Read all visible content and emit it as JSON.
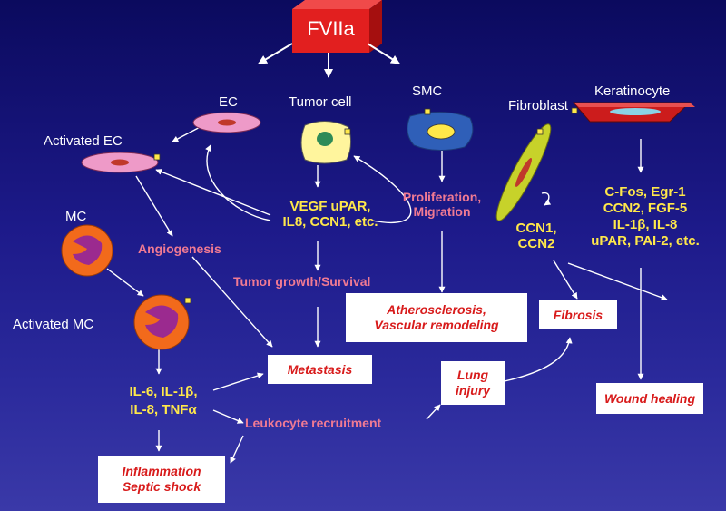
{
  "source": "FVIIa",
  "cells": {
    "ec": "EC",
    "tumor_cell": "Tumor cell",
    "smc": "SMC",
    "fibroblast": "Fibroblast",
    "keratinocyte": "Keratinocyte",
    "activated_ec": "Activated EC",
    "mc": "MC",
    "activated_mc": "Activated MC"
  },
  "mediators": {
    "tumor_line1": "VEGF  uPAR,",
    "tumor_line2": "IL8, CCN1, etc.",
    "fibro_line1": "CCN1,",
    "fibro_line2": "CCN2",
    "kera_line1": "C-Fos, Egr-1",
    "kera_line2": "CCN2, FGF-5",
    "kera_line3": "IL-1β, IL-8",
    "kera_line4": "uPAR, PAI-2, etc.",
    "mc_line1": "IL-6, IL-1β,",
    "mc_line2": "IL-8, TNFα"
  },
  "processes": {
    "angiogenesis": "Angiogenesis",
    "tumor_growth": "Tumor growth/Survival",
    "prolif_line1": "Proliferation,",
    "prolif_line2": "Migration",
    "leukocyte": "Leukocyte recruitment"
  },
  "outcomes": {
    "athero_line1": "Atherosclerosis,",
    "athero_line2": "Vascular remodeling",
    "fibrosis": "Fibrosis",
    "metastasis": "Metastasis",
    "lung_line1": "Lung",
    "lung_line2": "injury",
    "wound": "Wound healing",
    "inflam_line1": "Inflammation",
    "inflam_line2": "Septic shock"
  },
  "colors": {
    "background_top": "#0b0a5e",
    "background_bottom": "#3a39a8",
    "cell_label": "#ffffff",
    "mediator": "#ffe84a",
    "process": "#f07a93",
    "outcome_text": "#d81b1b",
    "fviia_box": "#e21f1f"
  }
}
